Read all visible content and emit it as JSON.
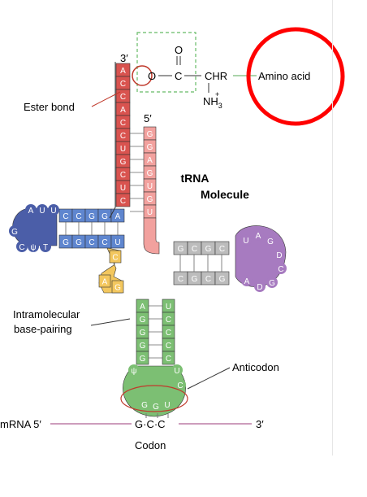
{
  "title": "tRNA",
  "subtitle": "Molecule",
  "labels": {
    "three_prime_top": "3′",
    "five_prime_top": "5′",
    "ester_bond": "Ester bond",
    "amino_acid": "Amino acid",
    "intramolecular_1": "Intramolecular",
    "intramolecular_2": "base-pairing",
    "anticodon": "Anticodon",
    "mrna_5": "mRNA 5′",
    "mrna_3": "3′",
    "codon_bases": "G·C·C",
    "codon": "Codon"
  },
  "chem": {
    "o_link": "O",
    "c_carbonyl": "C",
    "o_double": "O",
    "chr": "CHR",
    "nh3": "NH",
    "nh3_sub": "3",
    "nh3_sup": "+"
  },
  "acceptor_stem_3prime": [
    "A",
    "C",
    "C",
    "A",
    "C",
    "C",
    "U",
    "G",
    "C",
    "U",
    "C"
  ],
  "acceptor_stem_5prime": [
    "G",
    "G",
    "A",
    "G",
    "U",
    "G",
    "U"
  ],
  "d_arm_stem_top": [
    "C",
    "C",
    "G",
    "G",
    "A"
  ],
  "d_arm_stem_bottom": [
    "G",
    "G",
    "C",
    "C",
    "U"
  ],
  "d_loop": [
    "A",
    "U",
    "U",
    "G",
    "C",
    "ψ",
    "T"
  ],
  "t_arm_stem_top": [
    "G",
    "C",
    "G",
    "C"
  ],
  "t_arm_stem_bottom": [
    "C",
    "G",
    "C",
    "G"
  ],
  "t_loop": [
    "U",
    "A",
    "G",
    "D",
    "C",
    "G",
    "D",
    "A"
  ],
  "variable_region": [
    "C",
    "A",
    "G"
  ],
  "anticodon_stem_left": [
    "A",
    "G",
    "G",
    "G",
    "G"
  ],
  "anticodon_stem_right": [
    "U",
    "C",
    "C",
    "C",
    "C"
  ],
  "anticodon_loop": [
    "ψ",
    "U",
    "C",
    "G",
    "G",
    "U"
  ],
  "colors": {
    "acceptor": "#d9534f",
    "acceptor_light": "#f2a19e",
    "d_arm": "#5f86cf",
    "d_loop": "#4b5ea8",
    "t_arm": "#bcbcbc",
    "t_loop": "#a77bc0",
    "variable": "#f3c75e",
    "anticodon": "#7cbf73",
    "highlight_circle": "#ff0000",
    "ester_circle": "#c0392b",
    "dashed_box": "#66bb66",
    "connector": "#55aa55",
    "mrna_line": "#9b3b7a"
  }
}
